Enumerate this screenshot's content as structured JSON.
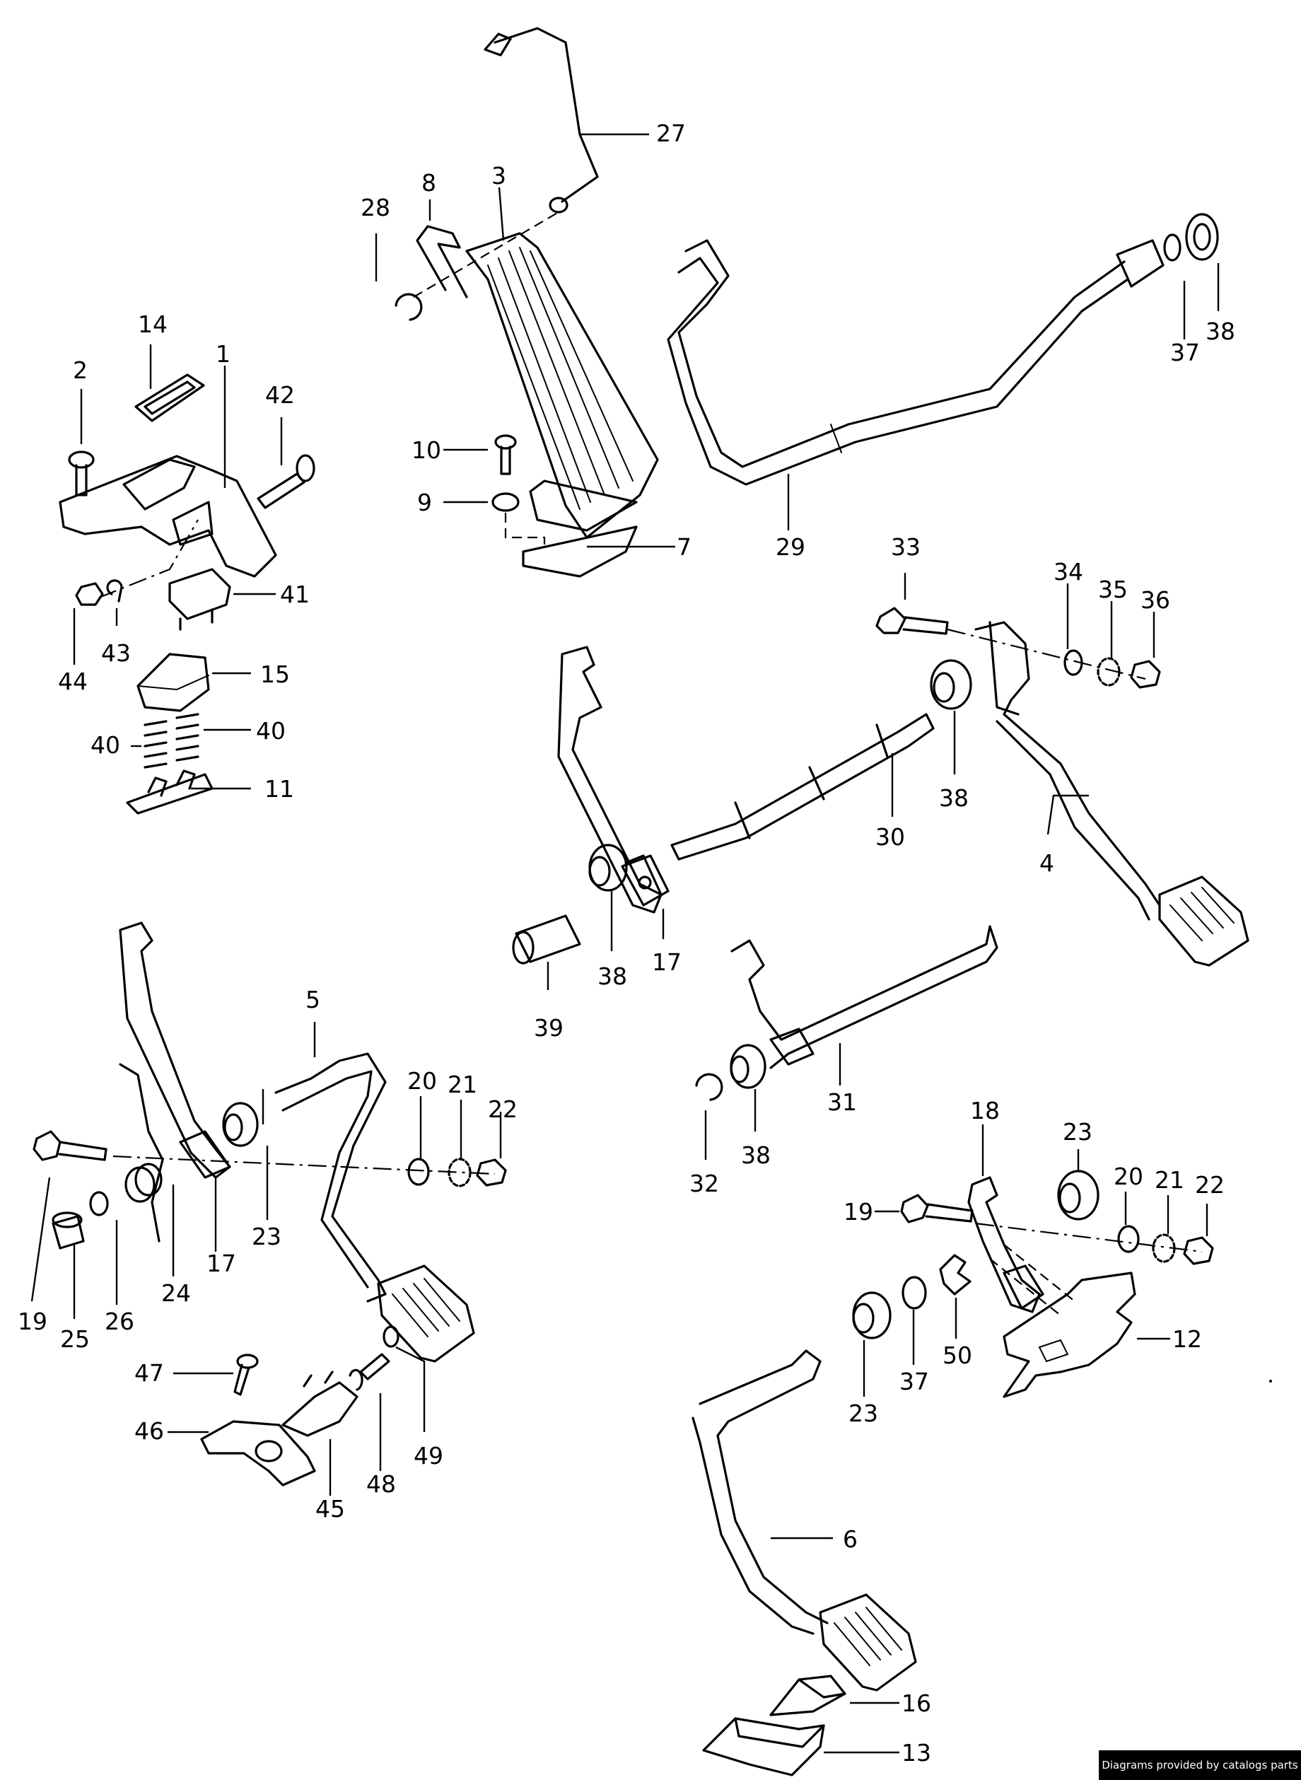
{
  "credit": "Diagrams provided by catalogs parts",
  "callouts": [
    {
      "id": "c1",
      "text": "1"
    },
    {
      "id": "c2",
      "text": "2"
    },
    {
      "id": "c3",
      "text": "3"
    },
    {
      "id": "c4",
      "text": "4"
    },
    {
      "id": "c5",
      "text": "5"
    },
    {
      "id": "c6",
      "text": "6"
    },
    {
      "id": "c7",
      "text": "7"
    },
    {
      "id": "c8",
      "text": "8"
    },
    {
      "id": "c9",
      "text": "9"
    },
    {
      "id": "c10",
      "text": "10"
    },
    {
      "id": "c11",
      "text": "11"
    },
    {
      "id": "c12",
      "text": "12"
    },
    {
      "id": "c13",
      "text": "13"
    },
    {
      "id": "c14",
      "text": "14"
    },
    {
      "id": "c15",
      "text": "15"
    },
    {
      "id": "c16",
      "text": "16"
    },
    {
      "id": "c17a",
      "text": "17"
    },
    {
      "id": "c17b",
      "text": "17"
    },
    {
      "id": "c18",
      "text": "18"
    },
    {
      "id": "c19a",
      "text": "19"
    },
    {
      "id": "c19b",
      "text": "19"
    },
    {
      "id": "c20a",
      "text": "20"
    },
    {
      "id": "c20b",
      "text": "20"
    },
    {
      "id": "c21a",
      "text": "21"
    },
    {
      "id": "c21b",
      "text": "21"
    },
    {
      "id": "c22a",
      "text": "22"
    },
    {
      "id": "c22b",
      "text": "22"
    },
    {
      "id": "c23a",
      "text": "23"
    },
    {
      "id": "c23b",
      "text": "23"
    },
    {
      "id": "c23c",
      "text": "23"
    },
    {
      "id": "c24",
      "text": "24"
    },
    {
      "id": "c25",
      "text": "25"
    },
    {
      "id": "c26",
      "text": "26"
    },
    {
      "id": "c27",
      "text": "27"
    },
    {
      "id": "c28",
      "text": "28"
    },
    {
      "id": "c29",
      "text": "29"
    },
    {
      "id": "c30",
      "text": "30"
    },
    {
      "id": "c31",
      "text": "31"
    },
    {
      "id": "c32",
      "text": "32"
    },
    {
      "id": "c33",
      "text": "33"
    },
    {
      "id": "c34",
      "text": "34"
    },
    {
      "id": "c35",
      "text": "35"
    },
    {
      "id": "c36",
      "text": "36"
    },
    {
      "id": "c37a",
      "text": "37"
    },
    {
      "id": "c37b",
      "text": "37"
    },
    {
      "id": "c38a",
      "text": "38"
    },
    {
      "id": "c38b",
      "text": "38"
    },
    {
      "id": "c38c",
      "text": "38"
    },
    {
      "id": "c38d",
      "text": "38"
    },
    {
      "id": "c39",
      "text": "39"
    },
    {
      "id": "c40a",
      "text": "40"
    },
    {
      "id": "c40b",
      "text": "40"
    },
    {
      "id": "c41",
      "text": "41"
    },
    {
      "id": "c42",
      "text": "42"
    },
    {
      "id": "c43",
      "text": "43"
    },
    {
      "id": "c44",
      "text": "44"
    },
    {
      "id": "c45",
      "text": "45"
    },
    {
      "id": "c46",
      "text": "46"
    },
    {
      "id": "c47",
      "text": "47"
    },
    {
      "id": "c48",
      "text": "48"
    },
    {
      "id": "c49",
      "text": "49"
    },
    {
      "id": "c50",
      "text": "50"
    }
  ]
}
